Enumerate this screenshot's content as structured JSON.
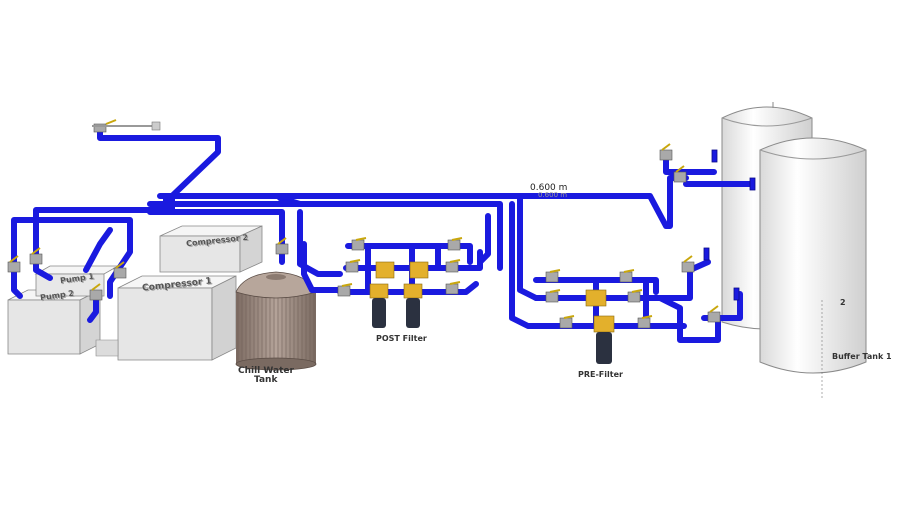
{
  "labels": {
    "pump_a": "Pump 1",
    "pump_b": "Pump 2",
    "compressor_1": "Compressor 1",
    "compressor_2": "Compressor 2",
    "chill_tank_line1": "Chill Water",
    "chill_tank_line2": "Tank",
    "post_filter": "POST Filter",
    "pre_filter": "PRE-Filter",
    "buffer_tank": "Buffer Tank 1",
    "buffer_tank_2": "2",
    "dimension_main": "0.600 m",
    "dimension_ghost": "0.600 m"
  },
  "colors": {
    "pipe": "#1a1adf",
    "pipe_dark": "#0b0b8a",
    "valve_body": "#a9a9a9",
    "valve_handle": "#e8c81a",
    "filter_head": "#e3b02c",
    "filter_body": "#2b3140",
    "tank": "#f3f3f3",
    "equipment": "#e9e9e9",
    "chill_tank": "#9c8a80"
  },
  "icons": [
    "ball-valve-icon",
    "filter-cartridge-icon",
    "flange-icon"
  ]
}
